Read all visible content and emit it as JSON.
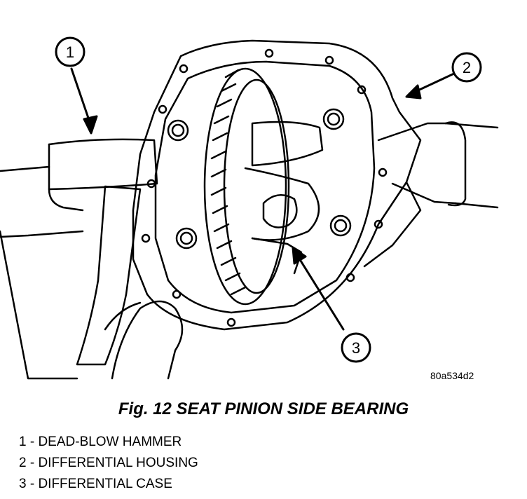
{
  "figure": {
    "ref_code": "80a534d2",
    "caption": "Fig. 12 SEAT PINION SIDE BEARING"
  },
  "callouts": [
    "1",
    "2",
    "3"
  ],
  "legend": [
    "1 - DEAD-BLOW HAMMER",
    "2 - DIFFERENTIAL HOUSING",
    "3 - DIFFERENTIAL CASE"
  ]
}
